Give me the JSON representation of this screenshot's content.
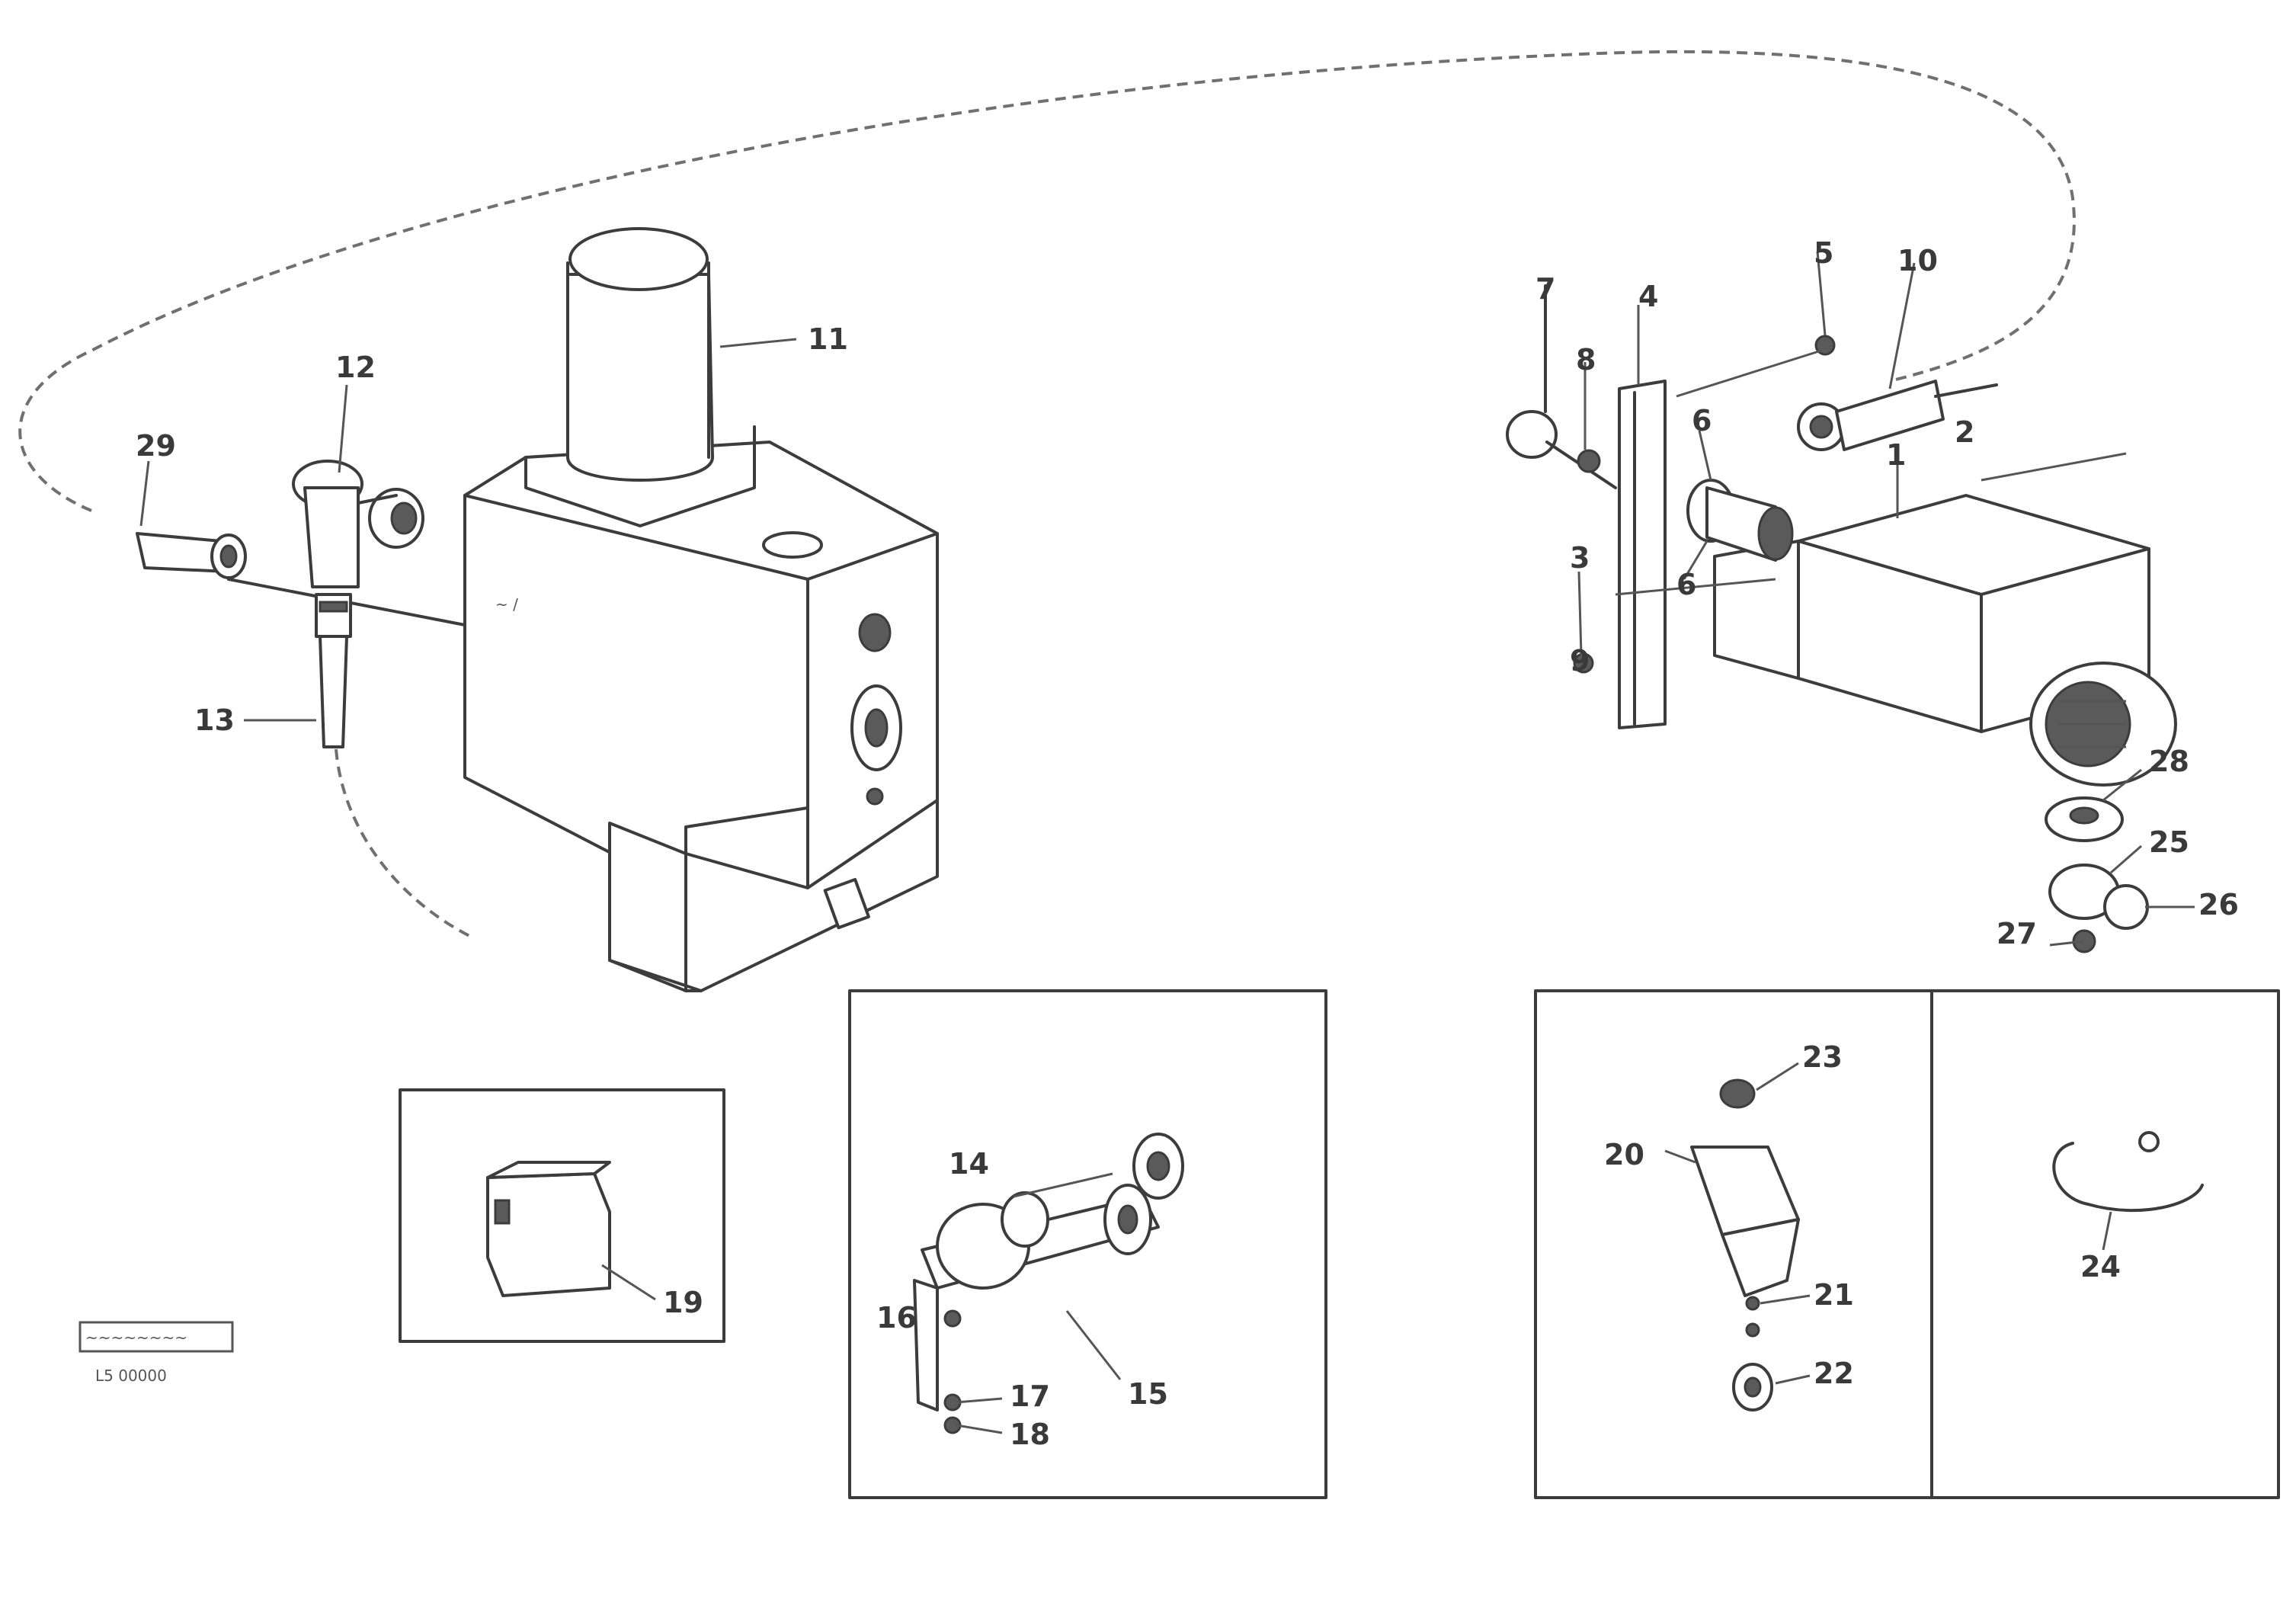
{
  "labels": {
    "l1": "1",
    "l2": "2",
    "l3": "3",
    "l4": "4",
    "l5": "5",
    "l6": "6",
    "l7": "7",
    "l8": "8",
    "l9": "9",
    "l10": "10",
    "l11": "11",
    "l12": "12",
    "l13": "13",
    "l14": "14",
    "l15": "15",
    "l16": "16",
    "l17": "17",
    "l18": "18",
    "l19": "19",
    "l20": "20",
    "l21": "21",
    "l22": "22",
    "l23": "23",
    "l24": "24",
    "l25": "25",
    "l26": "26",
    "l27": "27",
    "l28": "28",
    "l29": "29"
  },
  "stamp": {
    "line1": "~~~~~~~~",
    "code": "L5 00000"
  }
}
